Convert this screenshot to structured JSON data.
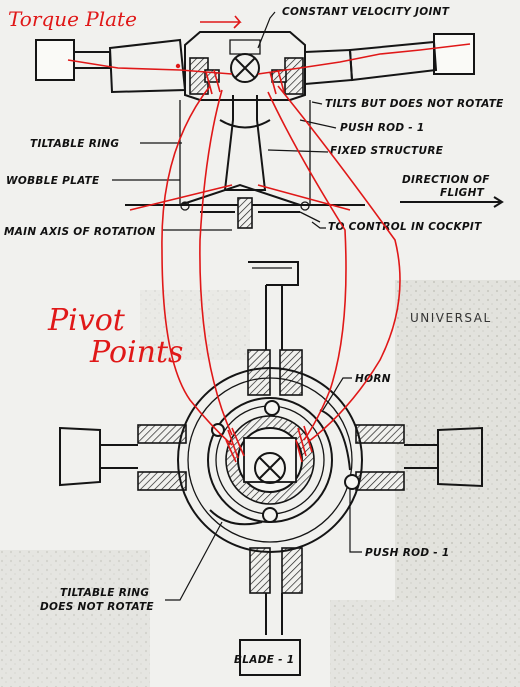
{
  "labels": {
    "cv_joint": "CONSTANT VELOCITY JOINT",
    "tilts": "TILTS BUT DOES NOT ROTATE",
    "push_rod_top": "PUSH ROD - 1",
    "tiltable_ring_top": "TILTABLE RING",
    "fixed_structure": "FIXED STRUCTURE",
    "wobble_plate": "WOBBLE PLATE",
    "direction_line1": "DIRECTION OF",
    "direction_line2": "FLIGHT",
    "main_axis": "MAIN AXIS OF ROTATION",
    "to_control": "TO CONTROL IN COCKPIT",
    "universal": "UNIVERSAL",
    "horn": "HORN",
    "push_rod_bottom": "PUSH ROD - 1",
    "tiltable_ring_bottom_1": "TILTABLE RING",
    "tiltable_ring_bottom_2": "DOES NOT ROTATE",
    "blade": "BLADE - 1"
  },
  "annotations": {
    "torque_plate": "Torque Plate",
    "pivot_1": "Pivot",
    "pivot_2": "Points"
  },
  "colors": {
    "ink": "#151515",
    "annotation_red": "#e01818",
    "paper": "#f1f1ee"
  }
}
